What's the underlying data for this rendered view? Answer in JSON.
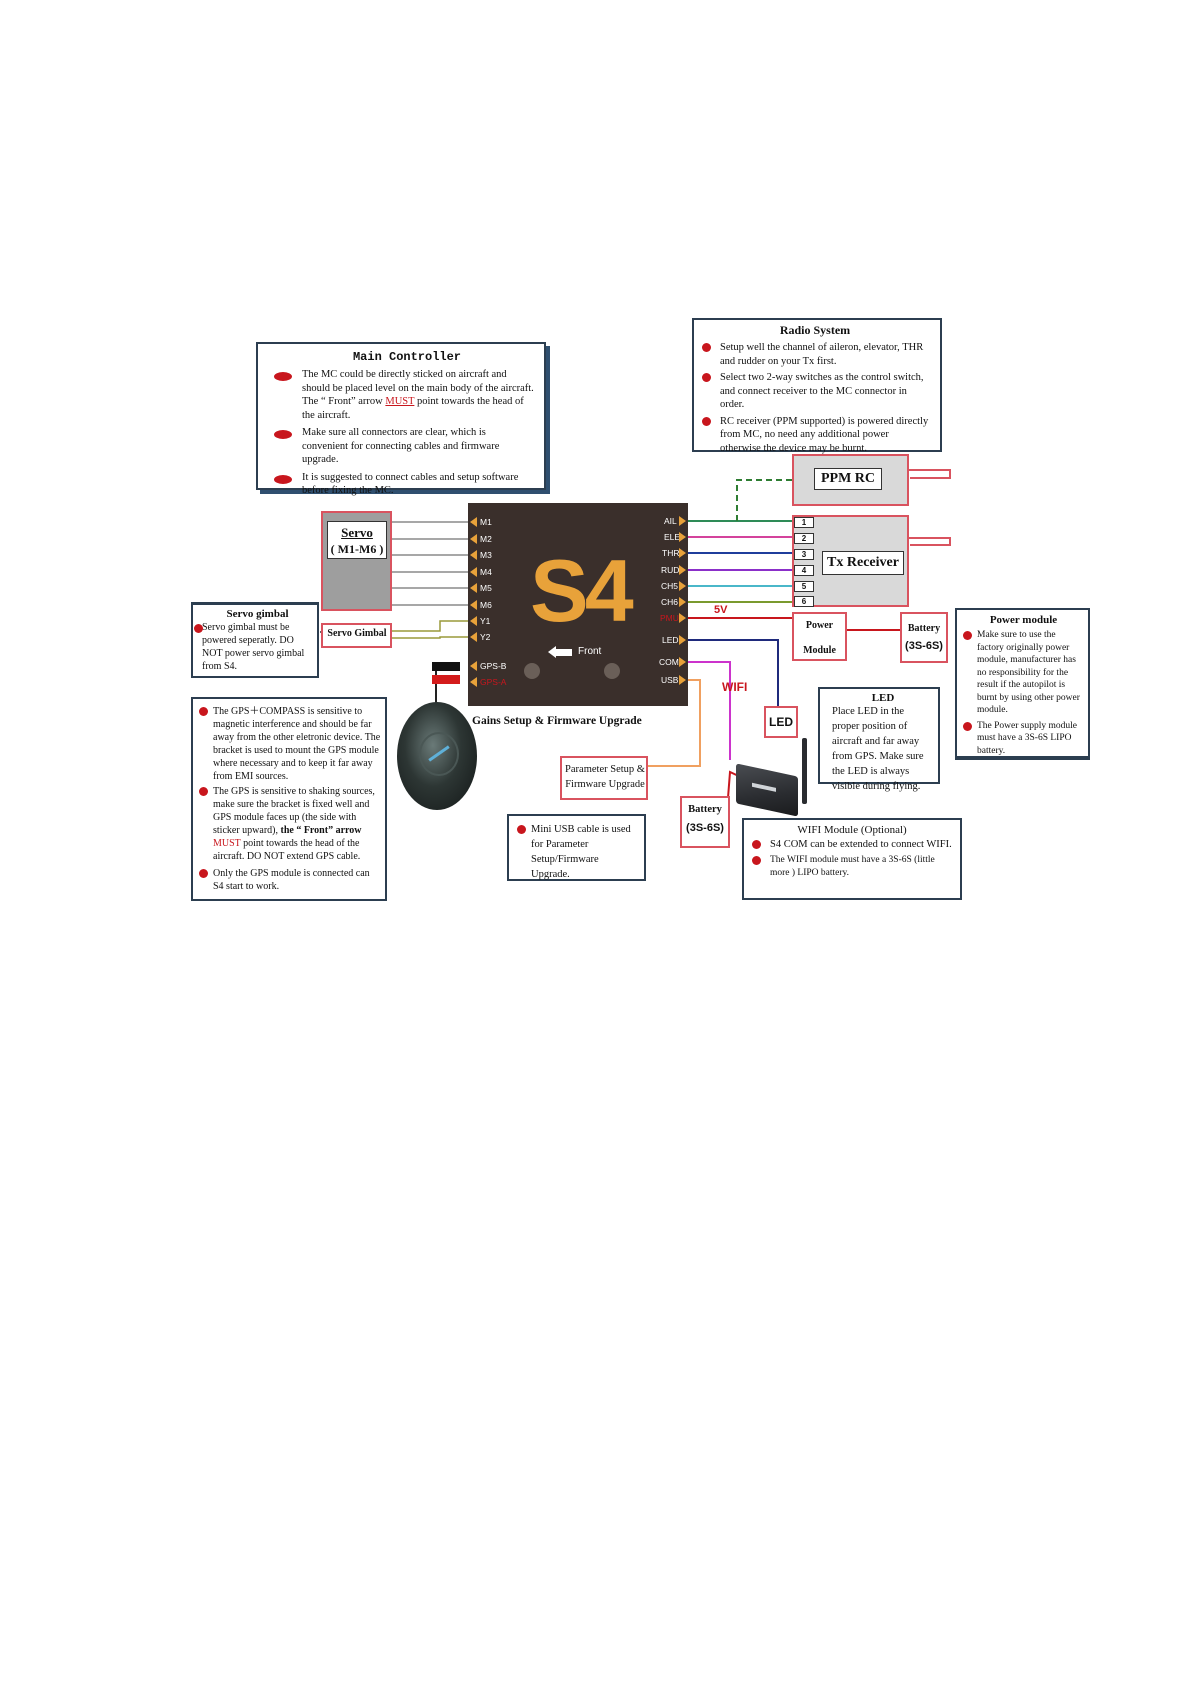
{
  "main_controller": {
    "title": "Main Controller",
    "bullets": [
      {
        "pre": "The MC could be directly sticked on aircraft and should be placed level on the main body of the aircraft. The “ Front” arrow ",
        "must": "MUST",
        "post": " point towards the head of the aircraft."
      },
      {
        "text": "Make sure all connectors are clear, which is convenient for connecting cables and firmware upgrade."
      },
      {
        "text": "It is suggested to connect cables and setup software before fixing the MC."
      }
    ]
  },
  "radio_system": {
    "title": "Radio System",
    "bullets": [
      "Setup well the channel of aileron, elevator, THR and rudder on your Tx first.",
      "Select two 2-way switches as the control switch, and connect receiver to the MC connector in order.",
      "RC receiver (PPM supported) is powered directly from MC, no need any additional power otherwise the device may be burnt."
    ]
  },
  "ppm_rc": {
    "label": "PPM RC"
  },
  "tx_receiver": {
    "label": "Tx Receiver",
    "channels": [
      "1",
      "2",
      "3",
      "4",
      "5",
      "6"
    ]
  },
  "servo": {
    "label": "Servo",
    "range": "( M1-M6 )"
  },
  "servo_gimbal_box": {
    "label": "Servo Gimbal"
  },
  "servo_gimbal_note": {
    "title": "Servo gimbal",
    "text": "Servo gimbal must be powered seperatly. DO NOT power servo gimbal from S4."
  },
  "board": {
    "logo": "S4",
    "front": "Front",
    "left_ports": [
      "M1",
      "M2",
      "M3",
      "M4",
      "M5",
      "M6",
      "Y1",
      "Y2",
      "GPS-B",
      "GPS-A"
    ],
    "right_ports": [
      "AIL",
      "ELE",
      "THR",
      "RUD",
      "CH5",
      "CH6",
      "PMU",
      "LED",
      "COM",
      "USB"
    ],
    "caption": "Gains Setup & Firmware Upgrade"
  },
  "labels": {
    "v5": "5V",
    "wifi": "WIFI"
  },
  "power_box": {
    "line1": "Power",
    "line2": "Module"
  },
  "battery_top": {
    "line1": "Battery",
    "line2": "(3S-6S)"
  },
  "power_module_note": {
    "title": "Power module",
    "bullets": [
      "Make sure to use the factory originally power module, manufacturer has no responsibility for the result if the autopilot is burnt by using other power module.",
      "The Power supply module must have a 3S-6S LIPO battery."
    ]
  },
  "led_box": {
    "label": "LED"
  },
  "led_note": {
    "title": "LED",
    "text": "Place LED in the proper position of aircraft and far away from GPS. Make sure the LED is always visible during flying."
  },
  "gps_note": {
    "b1": "The GPS＋COMPASS is sensitive to magnetic interference and should be far away from the other eletronic device. The bracket is used to mount the GPS module where necessary and to keep it far away from EMI sources.",
    "b2_pre": "The GPS is sensitive to shaking sources, make sure the bracket is fixed well and GPS module faces up (the side with sticker upward), ",
    "b2_bold": "the “ Front” arrow ",
    "b2_must": "MUST",
    "b2_post": " point towards the head of the aircraft. DO NOT extend GPS cable.",
    "b3": "Only the GPS module is connected can S4 start to work."
  },
  "param_box": {
    "line1": "Parameter Setup &",
    "line2": "Firmware Upgrade"
  },
  "usb_note": {
    "text": "Mini USB cable is used for Parameter Setup/Firmware Upgrade."
  },
  "battery_bottom": {
    "line1": "Battery",
    "line2": "(3S-6S)"
  },
  "wifi_note": {
    "title": "WIFI Module (Optional)",
    "bullets": [
      "S4 COM can be extended to connect WIFI.",
      "The WIFI module must have a 3S-6S (little more ) LIPO battery."
    ]
  }
}
